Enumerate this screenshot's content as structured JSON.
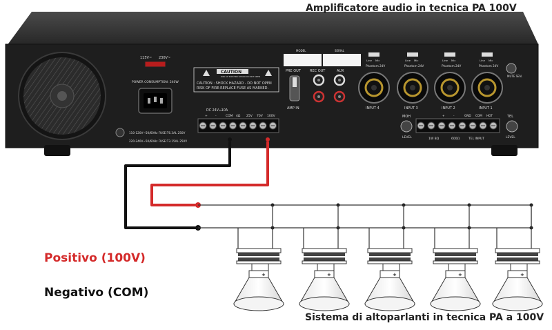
{
  "title": "Amplificatore audio in tecnica PA 100V",
  "subtitle": "Sistema di altoparlanti in tecnica PA a 100V",
  "legend": {
    "positive": "Positivo (100V)",
    "negative": "Negativo (COM)"
  },
  "colors": {
    "positive": "#d42a2a",
    "negative": "#111111",
    "panel": "#1e1e1e"
  },
  "panel": {
    "voltage_select": [
      "115V~",
      "230V~"
    ],
    "power_consumption": "POWER CONSUMPTION: 240W",
    "caution_title": "CAUTION",
    "caution_sub": "RISK OF ELECTRIC SHOCK DO NOT OPEN",
    "caution_line1": "CAUTION : SHOCK HAZARD - DO NOT OPEN",
    "caution_line2": "RISK OF FIRE-REPLACE FUSE AS MARKED.",
    "fuse1": "110-120V~50/60Hz FUSE:T6.3AL 250V",
    "fuse2": "220-240V~50/60Hz FUSE:T3.15AL 250V",
    "dc": "DC 24V⎓10A",
    "terminals": [
      "+",
      "-",
      "COM",
      "4Ω",
      "25V",
      "70V",
      "100V"
    ],
    "model": "MODEL",
    "serial": "SERIAL",
    "pre_out": "PRE OUT",
    "rec_out": "REC OUT",
    "aux": "AUX",
    "amp_in": "AMP IN",
    "inputs": [
      "INPUT 4",
      "INPUT 3",
      "INPUT 2",
      "INPUT 1"
    ],
    "phantom": "Phantom 24V",
    "line": "Line",
    "mic": "Mic",
    "mute_sen": "MUTE SEN.",
    "moh": "MOH",
    "tel": "TEL",
    "level": "LEVEL",
    "tel_term": [
      "+",
      "-",
      "GND",
      "COM",
      "HOT"
    ],
    "w600": "1W 8Ω",
    "ohm600": "600Ω",
    "tel_input": "TEL INPUT"
  },
  "speakers": {
    "count": 5,
    "terminal": "+"
  }
}
